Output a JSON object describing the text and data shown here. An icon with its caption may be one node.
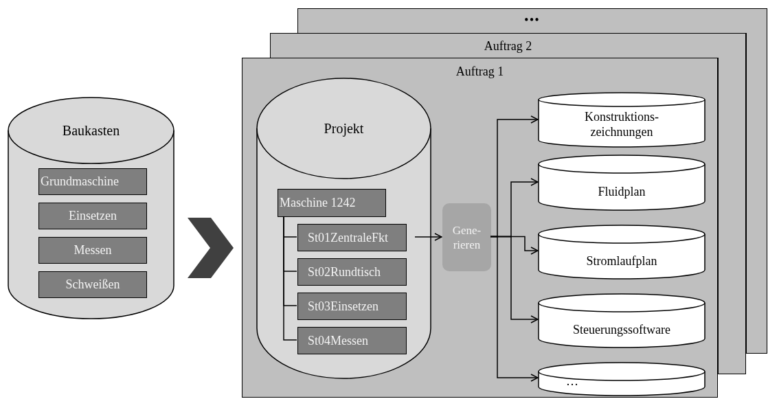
{
  "diagram": {
    "nodes": [
      {
        "text": [
          "Baukasten"
        ]
      },
      {
        "text": [
          "Grundmaschine"
        ],
        "in": 0
      },
      {
        "text": [
          "Einsetzen"
        ],
        "in": 0
      },
      {
        "text": [
          "Messen"
        ],
        "in": 0
      },
      {
        "text": [
          "Schweißen"
        ],
        "in": 0
      },
      {
        "text": [
          "•••"
        ]
      },
      {
        "text": [
          "Auftrag 2"
        ]
      },
      {
        "text": [
          "Auftrag 1"
        ]
      },
      {
        "text": [
          "Projekt"
        ],
        "in": 7
      },
      {
        "text": [
          "Maschine 1242"
        ],
        "in": 8
      },
      {
        "text": [
          "St01ZentraleFkt"
        ],
        "in": 8
      },
      {
        "text": [
          "St02Rundtisch"
        ],
        "in": 8
      },
      {
        "text": [
          "St03Einsetzen"
        ],
        "in": 8
      },
      {
        "text": [
          "St04Messen"
        ],
        "in": 8
      },
      {
        "text": [
          "Gene- rieren"
        ],
        "in": 7
      },
      {
        "text": [
          "Konstruktions- zeichnungen"
        ],
        "in": 7
      },
      {
        "text": [
          "Fluidplan"
        ],
        "in": 7
      },
      {
        "text": [
          "Stromlaufplan"
        ],
        "in": 7
      },
      {
        "text": [
          "Steuerungssoftware"
        ],
        "in": 7
      },
      {
        "text": [
          "…"
        ],
        "in": 7
      }
    ],
    "edges": [
      {
        "from": 0,
        "to": 7,
        "arrow": "to"
      },
      {
        "from": 9,
        "to": 10,
        "arrow": "none"
      },
      {
        "from": 9,
        "to": 11,
        "arrow": "none"
      },
      {
        "from": 9,
        "to": 12,
        "arrow": "none"
      },
      {
        "from": 9,
        "to": 13,
        "arrow": "none"
      },
      {
        "from": 10,
        "to": 14,
        "arrow": "to"
      },
      {
        "from": 14,
        "to": 15,
        "arrow": "to"
      },
      {
        "from": 14,
        "to": 16,
        "arrow": "to"
      },
      {
        "from": 14,
        "to": 17,
        "arrow": "to"
      },
      {
        "from": 14,
        "to": 18,
        "arrow": "to"
      },
      {
        "from": 14,
        "to": 19,
        "arrow": "to"
      }
    ]
  }
}
